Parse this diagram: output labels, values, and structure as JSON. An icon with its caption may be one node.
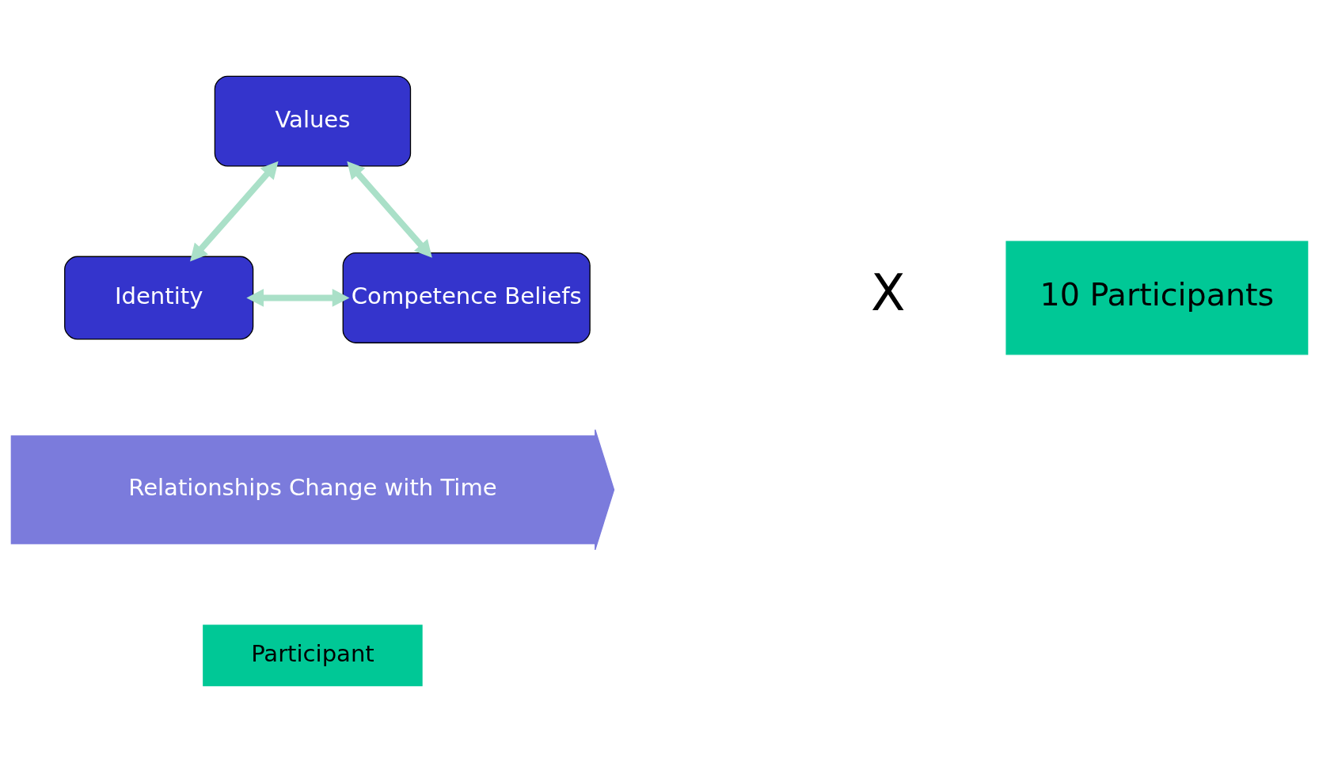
{
  "diagram": {
    "nodes": [
      {
        "text": [
          "Values"
        ]
      },
      {
        "text": [
          "Identity"
        ]
      },
      {
        "text": [
          "Competence Beliefs"
        ]
      },
      {
        "text": [
          "Relationships Change with Time"
        ]
      },
      {
        "text": [
          "10 Participants"
        ]
      },
      {
        "text": [
          "Participant"
        ]
      }
    ],
    "edges": [
      {
        "from": 0,
        "to": 1,
        "arrow": "both"
      },
      {
        "from": 0,
        "to": 2,
        "arrow": "both"
      },
      {
        "from": 1,
        "to": 2,
        "arrow": "both"
      }
    ],
    "labels": [
      "X"
    ]
  }
}
